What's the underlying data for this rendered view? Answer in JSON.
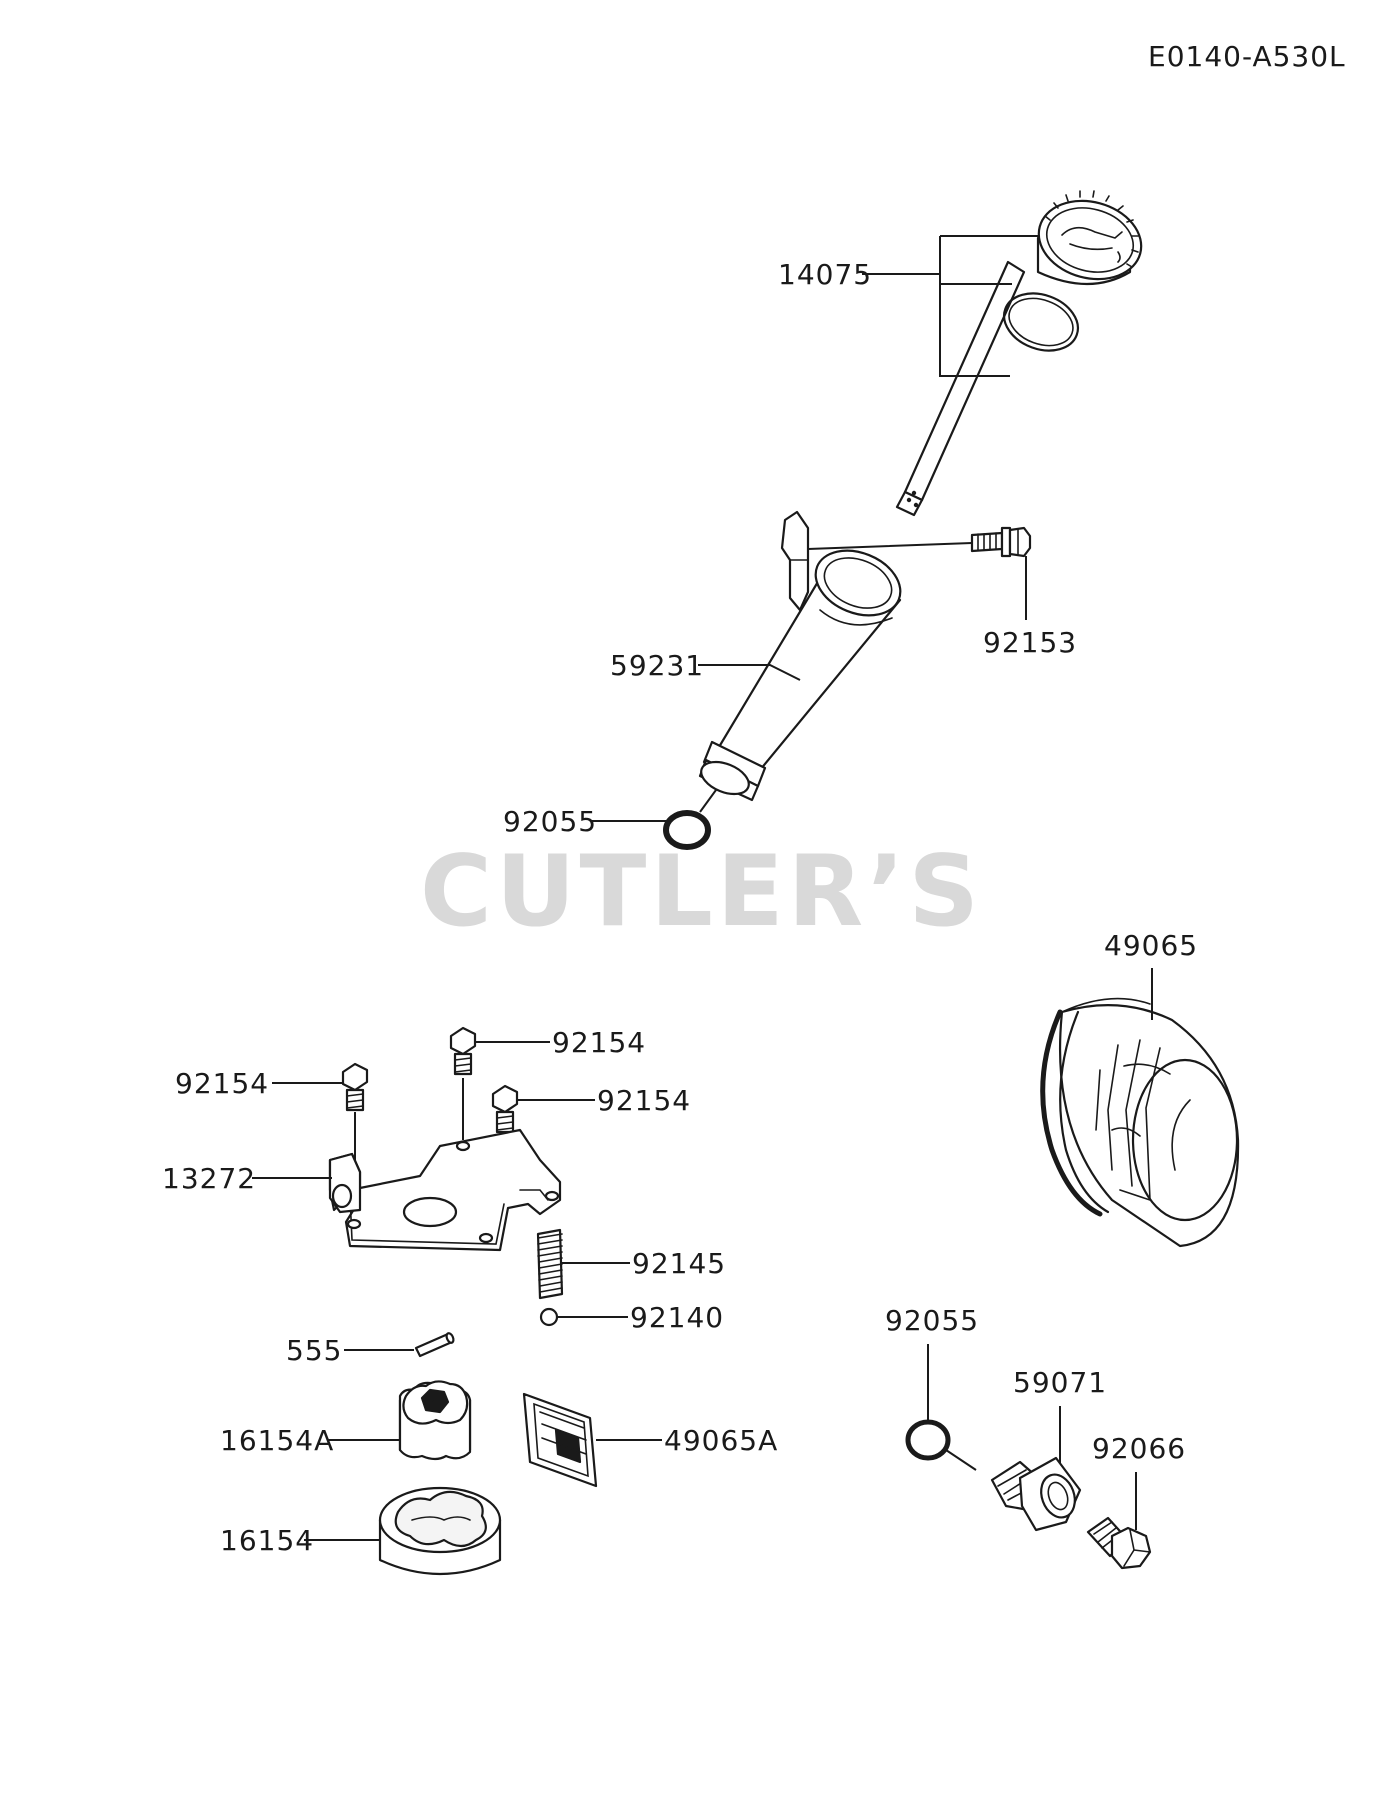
{
  "diagram_code": "E0140-A530L",
  "watermark": "CUTLER’S",
  "parts": {
    "p14075": "14075",
    "p92153": "92153",
    "p59231": "59231",
    "p92055_top": "92055",
    "p49065": "49065",
    "p92154_a": "92154",
    "p92154_b": "92154",
    "p92154_c": "92154",
    "p13272": "13272",
    "p92145": "92145",
    "p92140": "92140",
    "p555": "555",
    "p16154A": "16154A",
    "p49065A": "49065A",
    "p16154": "16154",
    "p92055_bottom": "92055",
    "p59071": "59071",
    "p92066": "92066"
  }
}
